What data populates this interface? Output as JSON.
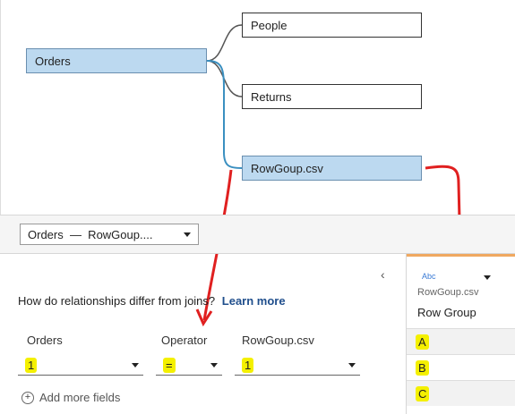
{
  "canvas": {
    "tables": {
      "orders": "Orders",
      "people": "People",
      "returns": "Returns",
      "rowgoup": "RowGoup.csv"
    }
  },
  "relationship_bar": {
    "selected": "Orders  —  RowGoup...."
  },
  "relationship_panel": {
    "question": "How do relationships differ from joins?",
    "learn_more": "Learn more",
    "left_header": "Orders",
    "operator_header": "Operator",
    "right_header": "RowGoup.csv",
    "left_value": "1",
    "operator_value": "=",
    "right_value": "1",
    "add_more": "Add more fields",
    "collapse_glyph": "‹"
  },
  "data_panel": {
    "type_label": "Abc",
    "source": "RowGoup.csv",
    "field": "Row Group",
    "rows": [
      "A",
      "B",
      "C"
    ]
  },
  "colors": {
    "selected_table": "#bcd9f0",
    "relationship_line": "#3a8fc0",
    "annotation_arrow": "#e02020",
    "highlight": "#f4f000"
  }
}
